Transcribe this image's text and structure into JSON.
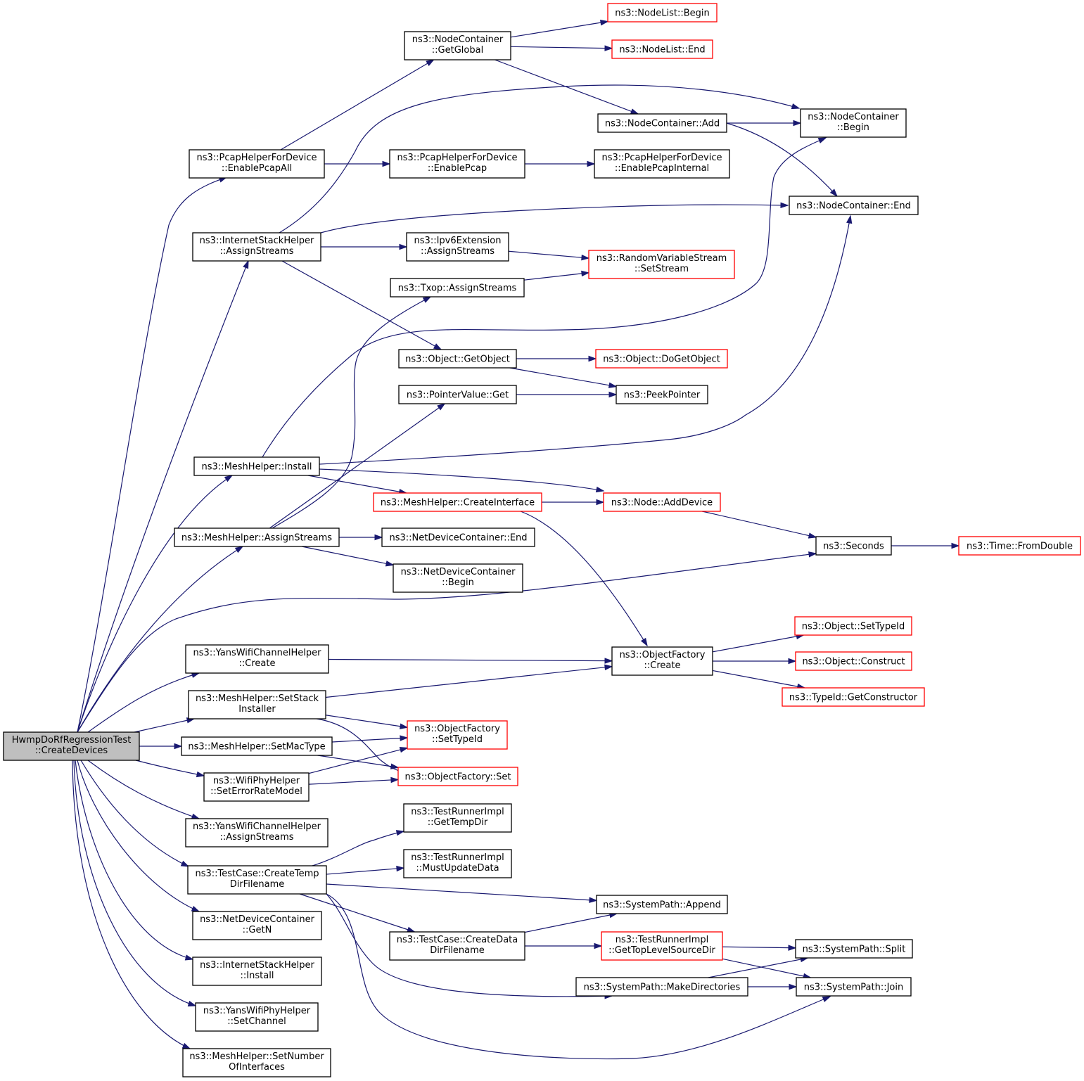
{
  "colors": {
    "edge": "#191970",
    "node_border": "#000000",
    "incomplete_node_border": "#ff0000",
    "root_fill": "#bfbfbf",
    "node_fill": "#ffffff"
  },
  "nodes": [
    {
      "id": "root",
      "lines": [
        "HwmpDoRfRegressionTest",
        "::CreateDevices"
      ],
      "style": "root"
    },
    {
      "id": "enablePcapAll",
      "lines": [
        "ns3::PcapHelperForDevice",
        "::EnablePcapAll"
      ]
    },
    {
      "id": "nodeContainerGetGlobal",
      "lines": [
        "ns3::NodeContainer",
        "::GetGlobal"
      ]
    },
    {
      "id": "nodeListBegin",
      "lines": [
        "ns3::NodeList::Begin"
      ],
      "style": "red"
    },
    {
      "id": "nodeListEnd",
      "lines": [
        "ns3::NodeList::End"
      ],
      "style": "red"
    },
    {
      "id": "nodeContainerAdd",
      "lines": [
        "ns3::NodeContainer::Add"
      ]
    },
    {
      "id": "nodeContainerBegin",
      "lines": [
        "ns3::NodeContainer",
        "::Begin"
      ]
    },
    {
      "id": "enablePcap",
      "lines": [
        "ns3::PcapHelperForDevice",
        "::EnablePcap"
      ]
    },
    {
      "id": "enablePcapInternal",
      "lines": [
        "ns3::PcapHelperForDevice",
        "::EnablePcapInternal"
      ]
    },
    {
      "id": "nodeContainerEnd",
      "lines": [
        "ns3::NodeContainer::End"
      ]
    },
    {
      "id": "internetAssignStreams",
      "lines": [
        "ns3::InternetStackHelper",
        "::AssignStreams"
      ]
    },
    {
      "id": "ipv6AssignStreams",
      "lines": [
        "ns3::Ipv6Extension",
        "::AssignStreams"
      ]
    },
    {
      "id": "rvsSetStream",
      "lines": [
        "ns3::RandomVariableStream",
        "::SetStream"
      ],
      "style": "red"
    },
    {
      "id": "txopAssignStreams",
      "lines": [
        "ns3::Txop::AssignStreams"
      ]
    },
    {
      "id": "objectGetObject",
      "lines": [
        "ns3::Object::GetObject"
      ]
    },
    {
      "id": "objectDoGetObject",
      "lines": [
        "ns3::Object::DoGetObject"
      ],
      "style": "red"
    },
    {
      "id": "pointerValueGet",
      "lines": [
        "ns3::PointerValue::Get"
      ]
    },
    {
      "id": "peekPointer",
      "lines": [
        "ns3::PeekPointer"
      ]
    },
    {
      "id": "meshInstall",
      "lines": [
        "ns3::MeshHelper::Install"
      ]
    },
    {
      "id": "meshCreateInterface",
      "lines": [
        "ns3::MeshHelper::CreateInterface"
      ],
      "style": "red"
    },
    {
      "id": "nodeAddDevice",
      "lines": [
        "ns3::Node::AddDevice"
      ],
      "style": "red"
    },
    {
      "id": "meshAssignStreams",
      "lines": [
        "ns3::MeshHelper::AssignStreams"
      ]
    },
    {
      "id": "ndcEnd",
      "lines": [
        "ns3::NetDeviceContainer::End"
      ]
    },
    {
      "id": "ndcBegin",
      "lines": [
        "ns3::NetDeviceContainer",
        "::Begin"
      ]
    },
    {
      "id": "seconds",
      "lines": [
        "ns3::Seconds"
      ]
    },
    {
      "id": "timeFromDouble",
      "lines": [
        "ns3::Time::FromDouble"
      ],
      "style": "red"
    },
    {
      "id": "yansChannelCreate",
      "lines": [
        "ns3::YansWifiChannelHelper",
        "::Create"
      ]
    },
    {
      "id": "objectFactoryCreate",
      "lines": [
        "ns3::ObjectFactory",
        "::Create"
      ]
    },
    {
      "id": "objectSetTypeId",
      "lines": [
        "ns3::Object::SetTypeId"
      ],
      "style": "red"
    },
    {
      "id": "objectConstruct",
      "lines": [
        "ns3::Object::Construct"
      ],
      "style": "red"
    },
    {
      "id": "typeIdGetConstructor",
      "lines": [
        "ns3::TypeId::GetConstructor"
      ],
      "style": "red"
    },
    {
      "id": "meshSetStackInstaller",
      "lines": [
        "ns3::MeshHelper::SetStack",
        "Installer"
      ]
    },
    {
      "id": "ofSetTypeId",
      "lines": [
        "ns3::ObjectFactory",
        "::SetTypeId"
      ],
      "style": "red"
    },
    {
      "id": "meshSetMacType",
      "lines": [
        "ns3::MeshHelper::SetMacType"
      ]
    },
    {
      "id": "ofSet",
      "lines": [
        "ns3::ObjectFactory::Set"
      ],
      "style": "red"
    },
    {
      "id": "wifiPhySetErrorRateModel",
      "lines": [
        "ns3::WifiPhyHelper",
        "::SetErrorRateModel"
      ]
    },
    {
      "id": "yansChannelAssignStreams",
      "lines": [
        "ns3::YansWifiChannelHelper",
        "::AssignStreams"
      ]
    },
    {
      "id": "testRunnerGetTempDir",
      "lines": [
        "ns3::TestRunnerImpl",
        "::GetTempDir"
      ]
    },
    {
      "id": "testCaseCreateTempDirFilename",
      "lines": [
        "ns3::TestCase::CreateTemp",
        "DirFilename"
      ]
    },
    {
      "id": "testRunnerMustUpdateData",
      "lines": [
        "ns3::TestRunnerImpl",
        "::MustUpdateData"
      ]
    },
    {
      "id": "systemPathAppend",
      "lines": [
        "ns3::SystemPath::Append"
      ]
    },
    {
      "id": "ndcGetN",
      "lines": [
        "ns3::NetDeviceContainer",
        "::GetN"
      ]
    },
    {
      "id": "testCaseCreateDataDirFilename",
      "lines": [
        "ns3::TestCase::CreateData",
        "DirFilename"
      ]
    },
    {
      "id": "testRunnerGetTopLevelSourceDir",
      "lines": [
        "ns3::TestRunnerImpl",
        "::GetTopLevelSourceDir"
      ],
      "style": "red"
    },
    {
      "id": "systemPathSplit",
      "lines": [
        "ns3::SystemPath::Split"
      ]
    },
    {
      "id": "internetInstall",
      "lines": [
        "ns3::InternetStackHelper",
        "::Install"
      ]
    },
    {
      "id": "systemPathMakeDirectories",
      "lines": [
        "ns3::SystemPath::MakeDirectories"
      ]
    },
    {
      "id": "systemPathJoin",
      "lines": [
        "ns3::SystemPath::Join"
      ]
    },
    {
      "id": "yansPhySetChannel",
      "lines": [
        "ns3::YansWifiPhyHelper",
        "::SetChannel"
      ]
    },
    {
      "id": "meshSetNumberOfInterfaces",
      "lines": [
        "ns3::MeshHelper::SetNumber",
        "OfInterfaces"
      ]
    }
  ],
  "edges": [
    [
      "root",
      "enablePcapAll"
    ],
    [
      "root",
      "internetAssignStreams"
    ],
    [
      "root",
      "meshInstall"
    ],
    [
      "root",
      "meshAssignStreams"
    ],
    [
      "root",
      "seconds"
    ],
    [
      "root",
      "yansChannelCreate"
    ],
    [
      "root",
      "meshSetStackInstaller"
    ],
    [
      "root",
      "meshSetMacType"
    ],
    [
      "root",
      "wifiPhySetErrorRateModel"
    ],
    [
      "root",
      "yansChannelAssignStreams"
    ],
    [
      "root",
      "testCaseCreateTempDirFilename"
    ],
    [
      "root",
      "ndcGetN"
    ],
    [
      "root",
      "internetInstall"
    ],
    [
      "root",
      "yansPhySetChannel"
    ],
    [
      "root",
      "meshSetNumberOfInterfaces"
    ],
    [
      "enablePcapAll",
      "nodeContainerGetGlobal"
    ],
    [
      "enablePcapAll",
      "enablePcap"
    ],
    [
      "nodeContainerGetGlobal",
      "nodeListBegin"
    ],
    [
      "nodeContainerGetGlobal",
      "nodeListEnd"
    ],
    [
      "nodeContainerGetGlobal",
      "nodeContainerAdd"
    ],
    [
      "nodeContainerAdd",
      "nodeContainerBegin"
    ],
    [
      "nodeContainerAdd",
      "nodeContainerEnd"
    ],
    [
      "enablePcap",
      "enablePcapInternal"
    ],
    [
      "internetAssignStreams",
      "nodeContainerBegin"
    ],
    [
      "internetAssignStreams",
      "nodeContainerEnd"
    ],
    [
      "internetAssignStreams",
      "ipv6AssignStreams"
    ],
    [
      "internetAssignStreams",
      "objectGetObject"
    ],
    [
      "ipv6AssignStreams",
      "rvsSetStream"
    ],
    [
      "txopAssignStreams",
      "rvsSetStream"
    ],
    [
      "objectGetObject",
      "objectDoGetObject"
    ],
    [
      "objectGetObject",
      "peekPointer"
    ],
    [
      "pointerValueGet",
      "peekPointer"
    ],
    [
      "meshInstall",
      "nodeContainerBegin"
    ],
    [
      "meshInstall",
      "nodeContainerEnd"
    ],
    [
      "meshInstall",
      "meshCreateInterface"
    ],
    [
      "meshInstall",
      "nodeAddDevice"
    ],
    [
      "meshCreateInterface",
      "nodeAddDevice"
    ],
    [
      "meshCreateInterface",
      "objectFactoryCreate"
    ],
    [
      "nodeAddDevice",
      "seconds"
    ],
    [
      "meshAssignStreams",
      "txopAssignStreams"
    ],
    [
      "meshAssignStreams",
      "pointerValueGet"
    ],
    [
      "meshAssignStreams",
      "ndcEnd"
    ],
    [
      "meshAssignStreams",
      "ndcBegin"
    ],
    [
      "seconds",
      "timeFromDouble"
    ],
    [
      "yansChannelCreate",
      "objectFactoryCreate"
    ],
    [
      "objectFactoryCreate",
      "objectSetTypeId"
    ],
    [
      "objectFactoryCreate",
      "objectConstruct"
    ],
    [
      "objectFactoryCreate",
      "typeIdGetConstructor"
    ],
    [
      "meshSetStackInstaller",
      "objectFactoryCreate"
    ],
    [
      "meshSetStackInstaller",
      "ofSetTypeId"
    ],
    [
      "meshSetStackInstaller",
      "ofSet"
    ],
    [
      "meshSetMacType",
      "ofSetTypeId"
    ],
    [
      "meshSetMacType",
      "ofSet"
    ],
    [
      "wifiPhySetErrorRateModel",
      "ofSetTypeId"
    ],
    [
      "wifiPhySetErrorRateModel",
      "ofSet"
    ],
    [
      "testCaseCreateTempDirFilename",
      "testRunnerGetTempDir"
    ],
    [
      "testCaseCreateTempDirFilename",
      "testRunnerMustUpdateData"
    ],
    [
      "testCaseCreateTempDirFilename",
      "systemPathAppend"
    ],
    [
      "testCaseCreateTempDirFilename",
      "testCaseCreateDataDirFilename"
    ],
    [
      "testCaseCreateTempDirFilename",
      "systemPathMakeDirectories"
    ],
    [
      "testCaseCreateTempDirFilename",
      "systemPathJoin"
    ],
    [
      "testCaseCreateDataDirFilename",
      "systemPathAppend"
    ],
    [
      "testCaseCreateDataDirFilename",
      "testRunnerGetTopLevelSourceDir"
    ],
    [
      "testRunnerGetTopLevelSourceDir",
      "systemPathSplit"
    ],
    [
      "testRunnerGetTopLevelSourceDir",
      "systemPathJoin"
    ],
    [
      "systemPathMakeDirectories",
      "systemPathSplit"
    ],
    [
      "systemPathMakeDirectories",
      "systemPathJoin"
    ]
  ]
}
